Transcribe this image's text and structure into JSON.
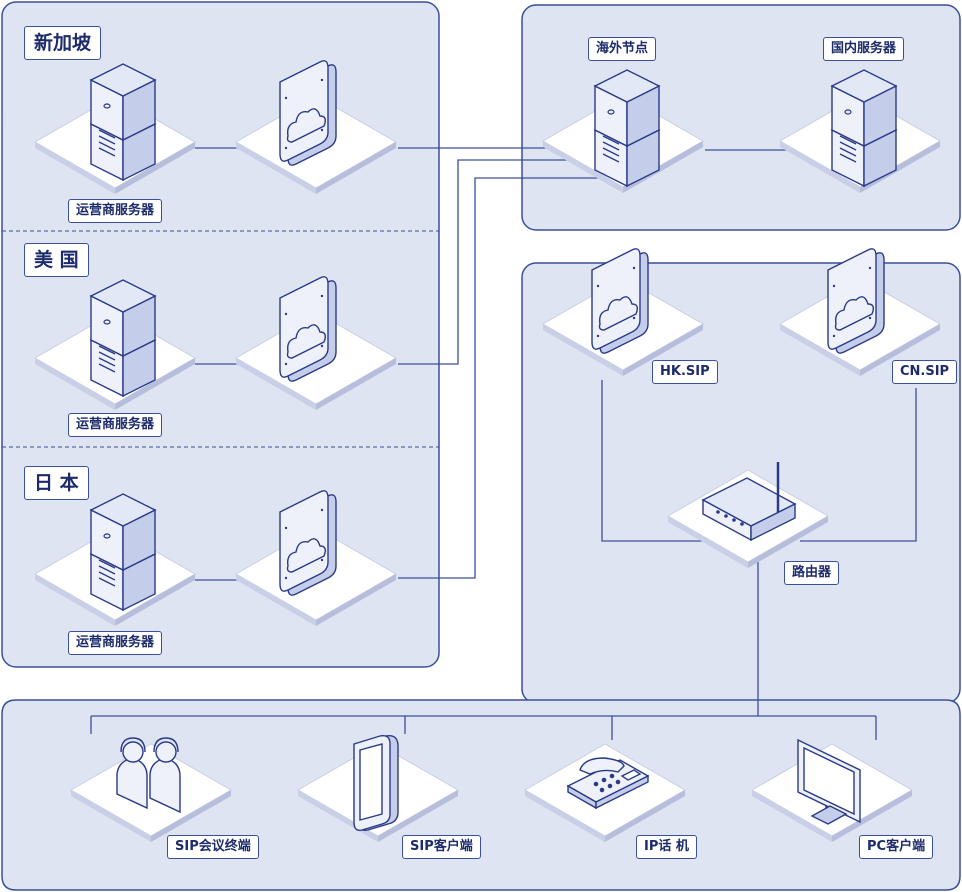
{
  "colors": {
    "panel_fill": "#dfe4f3",
    "panel_border": "#3a4f9c",
    "line": "#3a4f9c",
    "device_fill": "#dde3f2",
    "device_stroke": "#2a3a86",
    "label_text": "#1d2b6b"
  },
  "regions": {
    "singapore": {
      "label": "新加坡",
      "server_label": "运营商服务器"
    },
    "usa": {
      "label": "美  国",
      "server_label": "运营商服务器"
    },
    "japan": {
      "label": "日  本",
      "server_label": "运营商服务器"
    }
  },
  "core": {
    "overseas_node": "海外节点",
    "domestic_server": "国内服务器"
  },
  "sip": {
    "hk": "HK.SIP",
    "cn": "CN.SIP",
    "router": "路由器"
  },
  "clients": {
    "conference": "SIP会议终端",
    "sip_client": "SIP客户端",
    "ip_phone": "IP话  机",
    "pc_client": "PC客户端"
  },
  "icons": [
    "server-icon",
    "cloud-gateway-icon",
    "router-icon",
    "headset-people-icon",
    "smartphone-icon",
    "desk-phone-icon",
    "monitor-icon"
  ]
}
